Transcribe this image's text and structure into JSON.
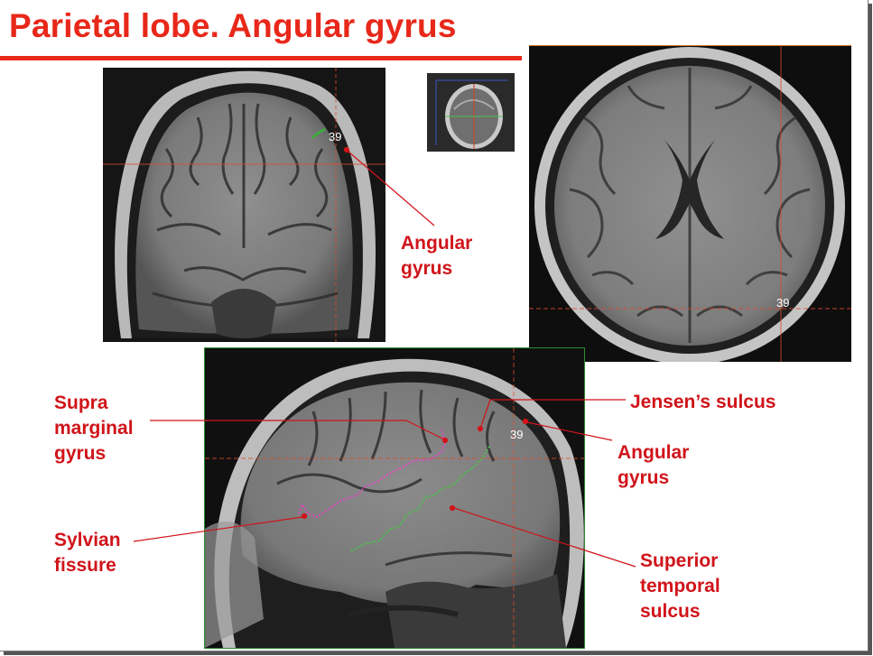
{
  "slide": {
    "title": "Parietal lobe. Angular gyrus",
    "accent_color": "#e8281a",
    "label_color": "#d0141a"
  },
  "labels": {
    "angular_gyrus_coronal": "Angular\ngyrus",
    "supra_marginal_gyrus": "Supra\nmarginal\ngyrus",
    "jensens_sulcus": "Jensen’s sulcus",
    "angular_gyrus_sagittal": "Angular\ngyrus",
    "sylvian_fissure": "Sylvian\nfissure",
    "superior_temporal_sulcus": "Superior\ntemporal\nsulcus"
  },
  "scans": {
    "coronal_area_number": "39",
    "axial_area_number": "39",
    "sagittal_area_number": "39"
  }
}
